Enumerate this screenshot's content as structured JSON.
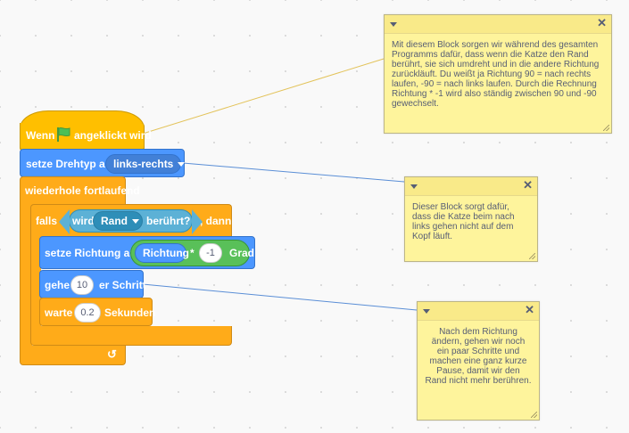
{
  "script": {
    "hat": {
      "label_before": "Wenn",
      "flag_icon": "green-flag-icon",
      "label_after": "angeklickt wird"
    },
    "set_rotation": {
      "label": "setze Drehtyp auf",
      "value": "links-rechts"
    },
    "forever": {
      "label": "wiederhole fortlaufend"
    },
    "if_block": {
      "label_if": "falls",
      "label_then": ", dann"
    },
    "touching": {
      "label": "wird",
      "value": "Rand",
      "label_after": "berührt?"
    },
    "point_direction": {
      "label": "setze Richtung auf",
      "label_after": "Grad"
    },
    "operator": {
      "reporter": "Richtung",
      "symbol": "*",
      "value": "-1"
    },
    "move": {
      "label": "gehe",
      "value": "10",
      "label_after": "er Schritt"
    },
    "wait": {
      "label": "warte",
      "value": "0.2",
      "label_after": "Sekunden"
    }
  },
  "comments": [
    {
      "text": "Mit diesem Block sorgen wir während des gesamten Programms dafür, dass wenn die Katze den Rand berührt, sie sich umdreht und in die andere Richtung zurückläuft. Du weißt ja Richtung 90 = nach rechts laufen, -90 = nach links laufen. Durch die Rechnung Richtung * -1 wird also ständig zwischen 90 und -90 gewechselt."
    },
    {
      "text": "Dieser Block sorgt dafür, dass die Katze beim nach links gehen nicht auf dem Kopf läuft."
    },
    {
      "text": "Nach dem Richtung ändern, gehen wir noch ein paar Schritte und machen eine ganz kurze Pause, damit wir den Rand nicht mehr berühren."
    }
  ],
  "colors": {
    "events": "#ffbf00",
    "motion": "#4c97ff",
    "control": "#ffab19",
    "sensing": "#5cb1d6",
    "operators": "#59c059",
    "comment": "#fef49c"
  }
}
